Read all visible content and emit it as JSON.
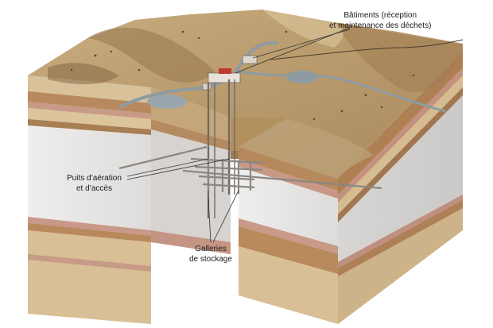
{
  "labels": {
    "buildings": [
      "Bâtiments (réception",
      "et maintenance des déchets)"
    ],
    "shafts": [
      "Puits d’aération",
      "et d’accès"
    ],
    "galleries": [
      "Galleries",
      "de stockage"
    ]
  },
  "colors": {
    "terrain": "#b79a6e",
    "terrain_dark": "#8a6a45",
    "terrain_light": "#d3bb8e",
    "layer_brown": "#b58a5c",
    "layer_pink": "#c9998a",
    "layer_tan": "#dcc49a",
    "storage_layer": "#e6e3e1",
    "road": "#8e9ba3",
    "background": "#ffffff"
  }
}
